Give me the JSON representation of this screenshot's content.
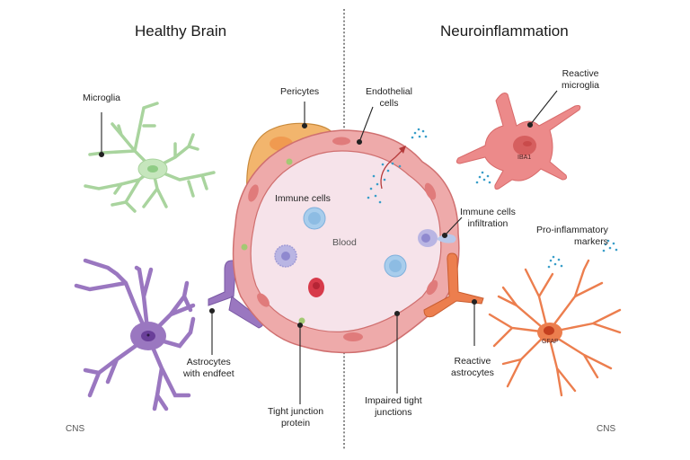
{
  "titles": {
    "left": "Healthy Brain",
    "right": "Neuroinflammation"
  },
  "labels": {
    "microglia": "Microglia",
    "pericytes": "Pericytes",
    "endothelial": [
      "Endothelial",
      "cells"
    ],
    "reactive_microglia": [
      "Reactive",
      "microglia"
    ],
    "immune_cells": "Immune cells",
    "blood": "Blood",
    "immune_infiltration": [
      "Immune cells",
      "infiltration"
    ],
    "pro_inflammatory": [
      "Pro-inflammatory",
      "markers"
    ],
    "astrocytes_endfeet": [
      "Astrocytes",
      "with endfeet"
    ],
    "tight_junction": [
      "Tight junction",
      "protein"
    ],
    "impaired_tight": [
      "Impaired tight",
      "junctions"
    ],
    "reactive_astrocytes": [
      "Reactive",
      "astrocytes"
    ],
    "cns_left": "CNS",
    "cns_right": "CNS",
    "iba1": "IBA1",
    "gfap": "GFAP"
  },
  "colors": {
    "microglia_healthy": "#b9deb0",
    "microglia_reactive": "#ec8a8a",
    "astrocyte_healthy": "#9a77c0",
    "astrocyte_reactive": "#ec7e4e",
    "pericyte": "#f2b56d",
    "endothelium": "#eeaaaa",
    "lumen": "#f6e3ea",
    "marker_dots": "#3a9ec9",
    "divider": "#555555"
  }
}
